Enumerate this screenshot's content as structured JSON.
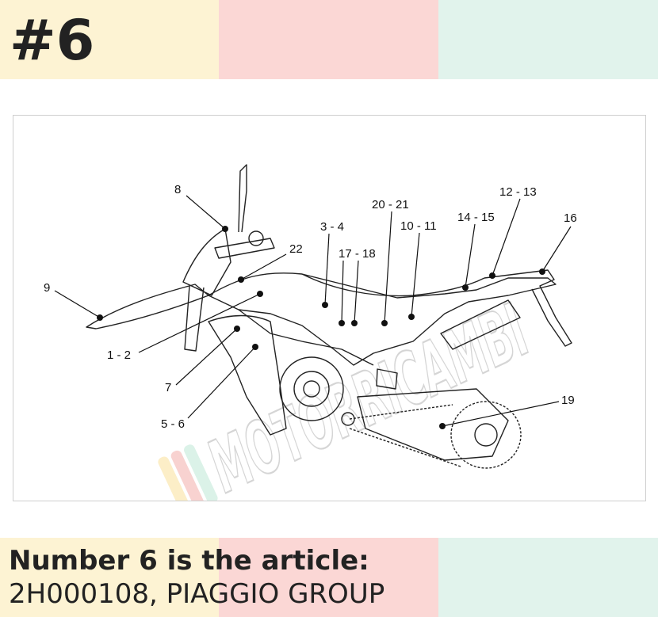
{
  "header": {
    "title": "#6"
  },
  "diagram": {
    "callouts": [
      "8",
      "9",
      "22",
      "1 - 2",
      "7",
      "5 - 6",
      "3 - 4",
      "17 - 18",
      "20 - 21",
      "10 - 11",
      "14 - 15",
      "12 - 13",
      "16",
      "19"
    ],
    "watermark": "MOTORRICAMBI"
  },
  "caption": {
    "line1": "Number 6 is the article:",
    "line2": "2H000108, PIAGGIO GROUP"
  },
  "colors": {
    "band_yellow": "#fdf3d3",
    "band_pink": "#fbd7d5",
    "band_mint": "#e1f3ec"
  }
}
